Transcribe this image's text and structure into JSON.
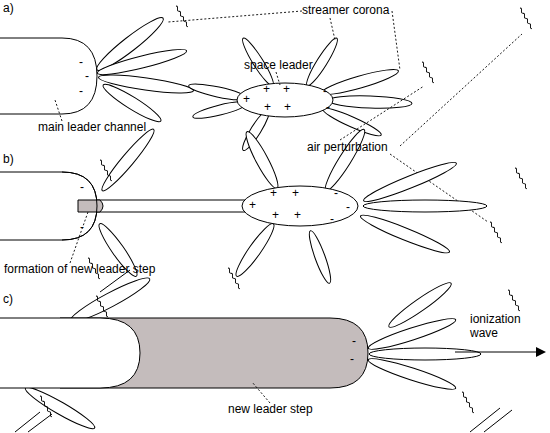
{
  "diagram": {
    "labels": [
      "a)",
      "streamer corona",
      "space leader",
      "-",
      "-",
      "-",
      "+",
      "+",
      "+",
      "+",
      "+",
      "-",
      "-",
      "main leader channel",
      "air perturbation",
      "b)",
      "-",
      "-",
      "+",
      "+",
      "+",
      "+",
      "+",
      "-",
      "-",
      "-",
      "formation of new leader step",
      "c)",
      "ionization wave",
      "-",
      "-",
      "new leader step"
    ]
  }
}
